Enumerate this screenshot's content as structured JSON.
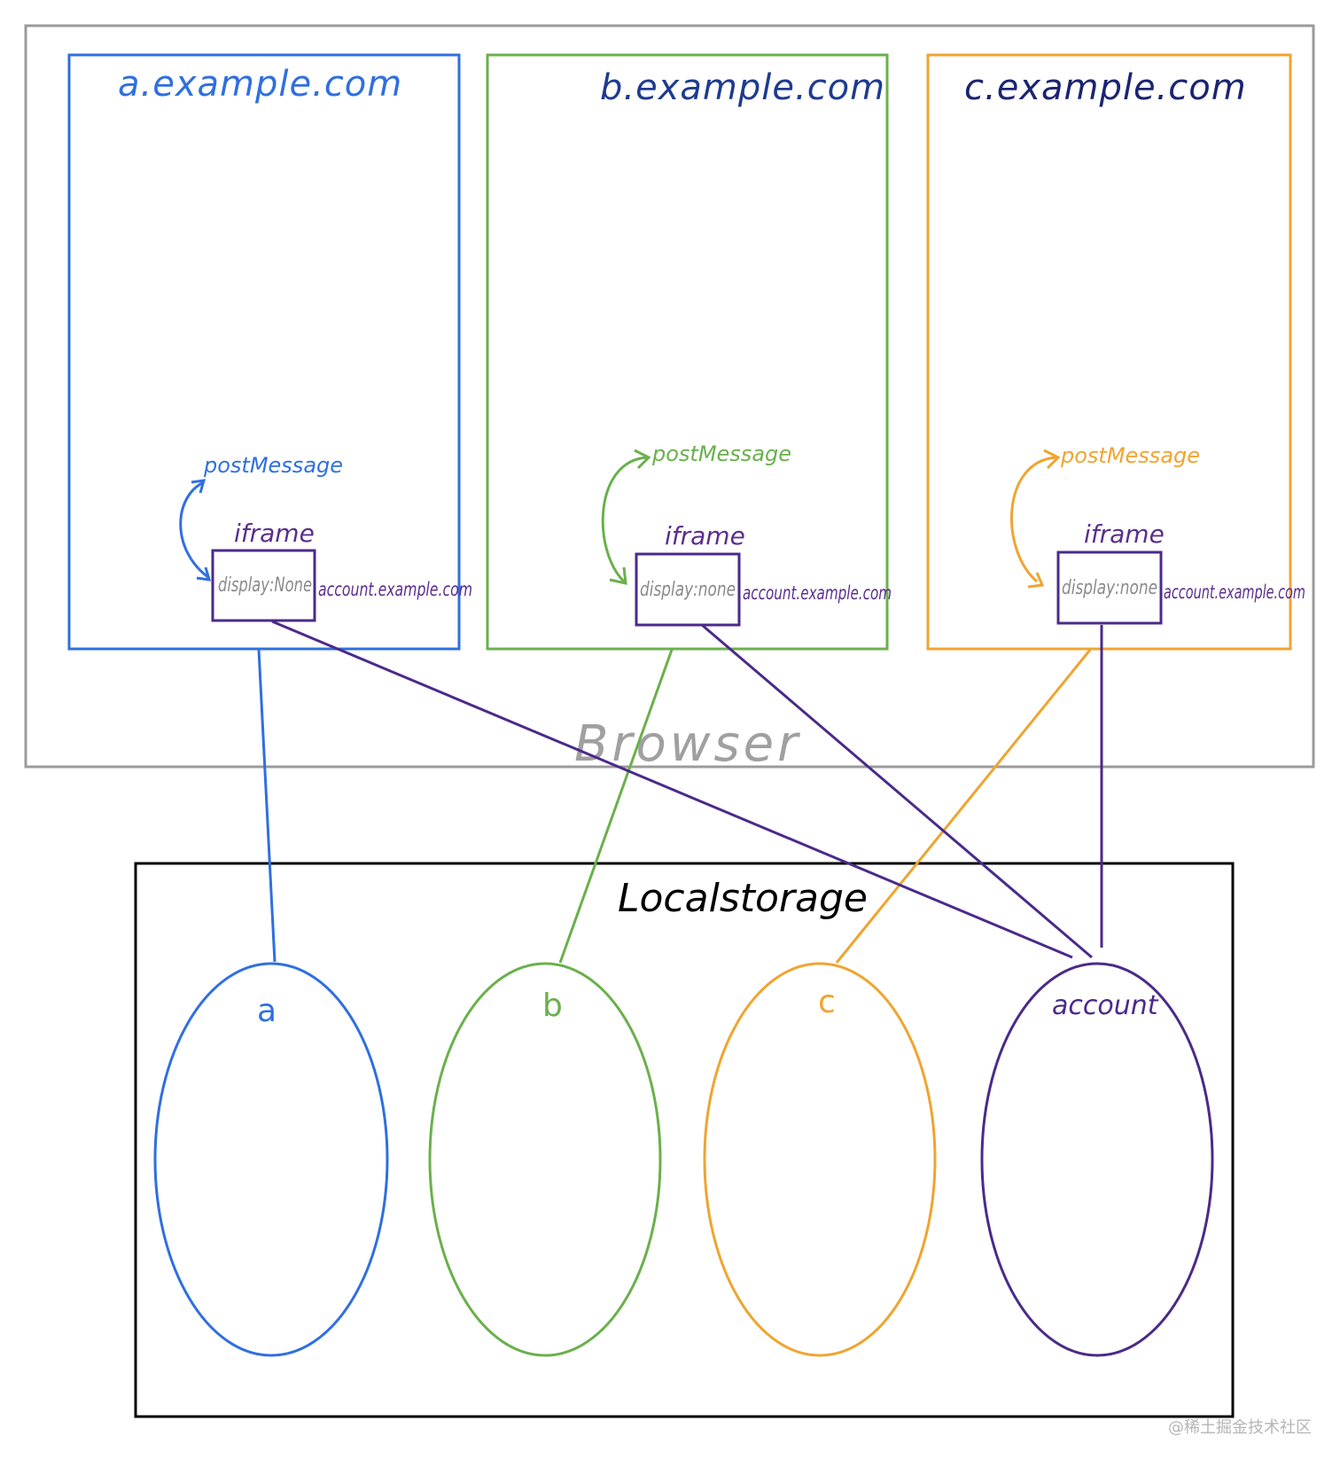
{
  "browser": {
    "label": "Browser"
  },
  "sites": [
    {
      "domain": "a.example.com",
      "post_message": "postMessage",
      "iframe_label": "iframe",
      "iframe_style": "display:None",
      "iframe_src": "account.example.com",
      "color": "#2f6fe0"
    },
    {
      "domain": "b.example.com",
      "post_message": "postMessage",
      "iframe_label": "iframe",
      "iframe_style": "display:none",
      "iframe_src": "account.example.com",
      "color": "#6ab04c"
    },
    {
      "domain": "c.example.com",
      "post_message": "postMessage",
      "iframe_label": "iframe",
      "iframe_style": "display:none",
      "iframe_src": "account.example.com",
      "color": "#f0a430"
    }
  ],
  "storage": {
    "label": "Localstorage",
    "stores": [
      {
        "label": "a",
        "color": "#2f6fe0"
      },
      {
        "label": "b",
        "color": "#6ab04c"
      },
      {
        "label": "c",
        "color": "#f0a430"
      },
      {
        "label": "account",
        "color": "#4b2a8a"
      }
    ]
  },
  "colors": {
    "iframe_border": "#4b2a8a",
    "iframe_text": "#5b2e8f",
    "display_text": "#8a8a8a",
    "browser_border": "#9b9b9b",
    "browser_text": "#a0a0a0",
    "domain_a": "#2f6fe0",
    "domain_b": "#1e3b8f",
    "domain_c": "#1b2470",
    "storage_border": "#000000"
  },
  "watermark": "@稀土掘金技术社区"
}
